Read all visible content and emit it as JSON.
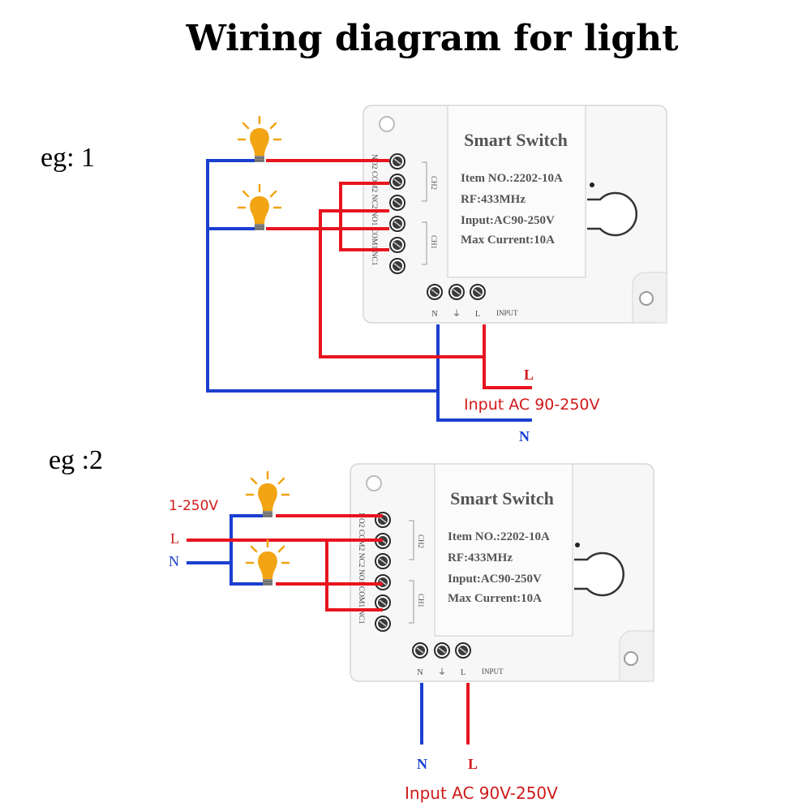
{
  "title": "Wiring diagram for light",
  "colors": {
    "live": "#e8141f",
    "neutral": "#1b3fd0",
    "bulb": "#f2a413",
    "label_red": "#d01a1a",
    "label_blue": "#1b3fd0"
  },
  "examples": [
    {
      "label": "eg: 1",
      "module": {
        "name": "Smart Switch",
        "specs": [
          "Item NO.:2202-10A",
          "RF:433MHz",
          "Input:AC90-250V",
          "Max Current:10A"
        ],
        "output_terminals": "NO2 COM2 NC2  NO1 COM1 NC1",
        "channel_labels": [
          "CH2",
          "CH1"
        ],
        "input_terminals": [
          "N",
          "⏚",
          "L",
          "INPUT"
        ]
      },
      "supply_labels": {
        "live": "L",
        "neutral": "N",
        "input": "Input AC 90-250V"
      }
    },
    {
      "label": "eg :2",
      "module": {
        "name": "Smart Switch",
        "specs": [
          "Item NO.:2202-10A",
          "RF:433MHz",
          "Input:AC90-250V",
          "Max Current:10A"
        ],
        "output_terminals": "NO2 COM2 NC2  NO1 COM1 NC1",
        "channel_labels": [
          "CH2",
          "CH1"
        ],
        "input_terminals": [
          "N",
          "⏚",
          "L",
          "INPUT"
        ]
      },
      "load_supply_labels": {
        "voltage": "1-250V",
        "live": "L",
        "neutral": "N"
      },
      "supply_labels": {
        "live": "L",
        "neutral": "N",
        "input": "Input AC 90V-250V"
      }
    }
  ]
}
